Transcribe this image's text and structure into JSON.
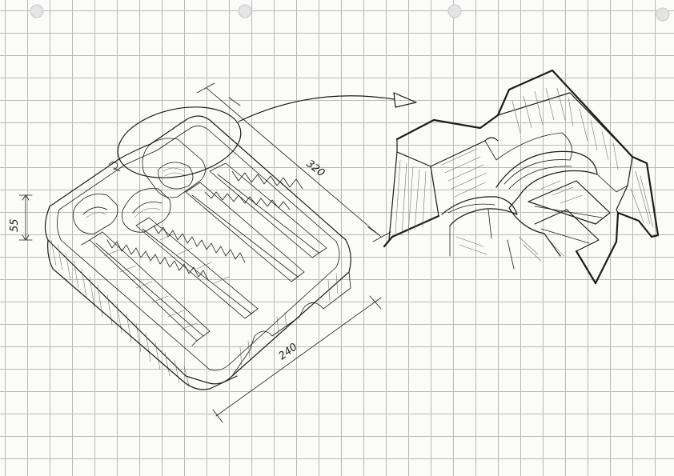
{
  "dimensions": {
    "length": "320",
    "width": "240",
    "height": "55"
  }
}
